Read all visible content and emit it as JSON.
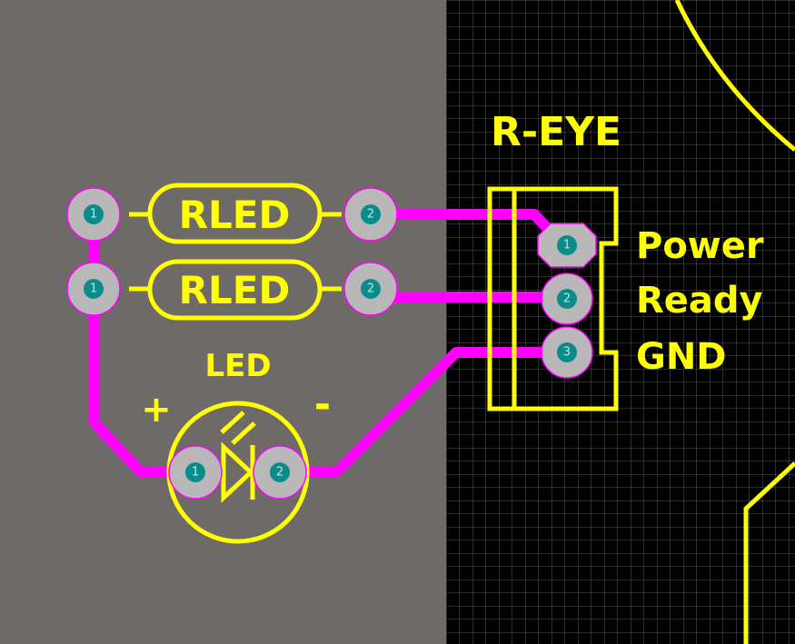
{
  "colors": {
    "background": "#6d6a68",
    "board": "#000000",
    "grid": "#6e6e6e",
    "silkscreen": "#ffff00",
    "trace": "#ff00ff",
    "pad": "#b9b7b8",
    "drill": "#0a8c8c",
    "pad_text": "#bfe5e5"
  },
  "components": {
    "connector": {
      "designator": "R-EYE",
      "pins": [
        {
          "number": "1",
          "label": "Power"
        },
        {
          "number": "2",
          "label": "Ready"
        },
        {
          "number": "3",
          "label": "GND"
        }
      ]
    },
    "resistor_top": {
      "designator": "RLED",
      "pin1": "1",
      "pin2": "2"
    },
    "resistor_bottom": {
      "designator": "RLED",
      "pin1": "1",
      "pin2": "2"
    },
    "led": {
      "designator": "LED",
      "plus_mark": "+",
      "minus_mark": "-",
      "pin1": "1",
      "pin2": "2"
    }
  }
}
